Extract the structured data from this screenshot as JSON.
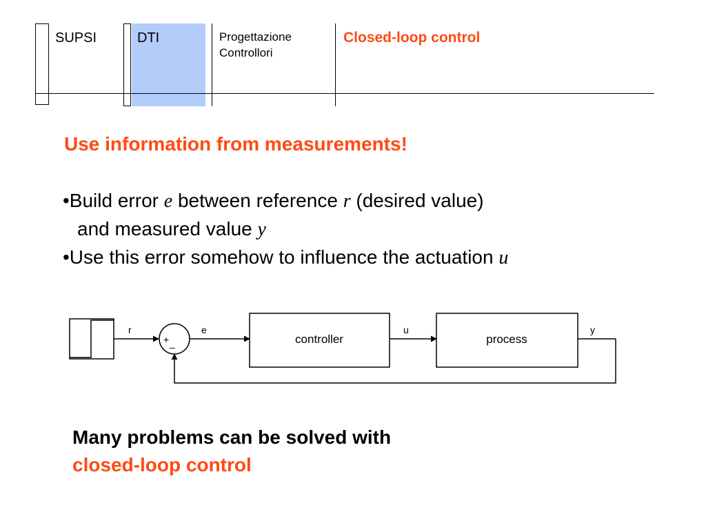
{
  "header": {
    "institution": "SUPSI",
    "department": "DTI",
    "course_line1": "Progettazione",
    "course_line2": "Controllori",
    "slide_title": "Closed-loop control"
  },
  "colors": {
    "accent": "#FF4A14",
    "dti_block": "#B3CDFB",
    "ink": "#000000"
  },
  "content": {
    "lead": "Use information from measurements!",
    "bullet1": {
      "p1": "•Build error ",
      "var_e": "e",
      "p2": " between reference ",
      "var_r": "r",
      "p3": " (desired value)"
    },
    "bullet1b": {
      "p1": "and measured value ",
      "var_y": "y"
    },
    "bullet2": {
      "p1": "•Use this error somehow to influence the actuation ",
      "var_u": "u"
    }
  },
  "diagram": {
    "signal_r": "r",
    "signal_e": "e",
    "signal_u": "u",
    "signal_y": "y",
    "controller_label": "controller",
    "process_label": "process",
    "sum_plus": "+",
    "sum_minus": "–"
  },
  "closing": {
    "line1": "Many problems can be solved with",
    "line2": "closed-loop control"
  }
}
